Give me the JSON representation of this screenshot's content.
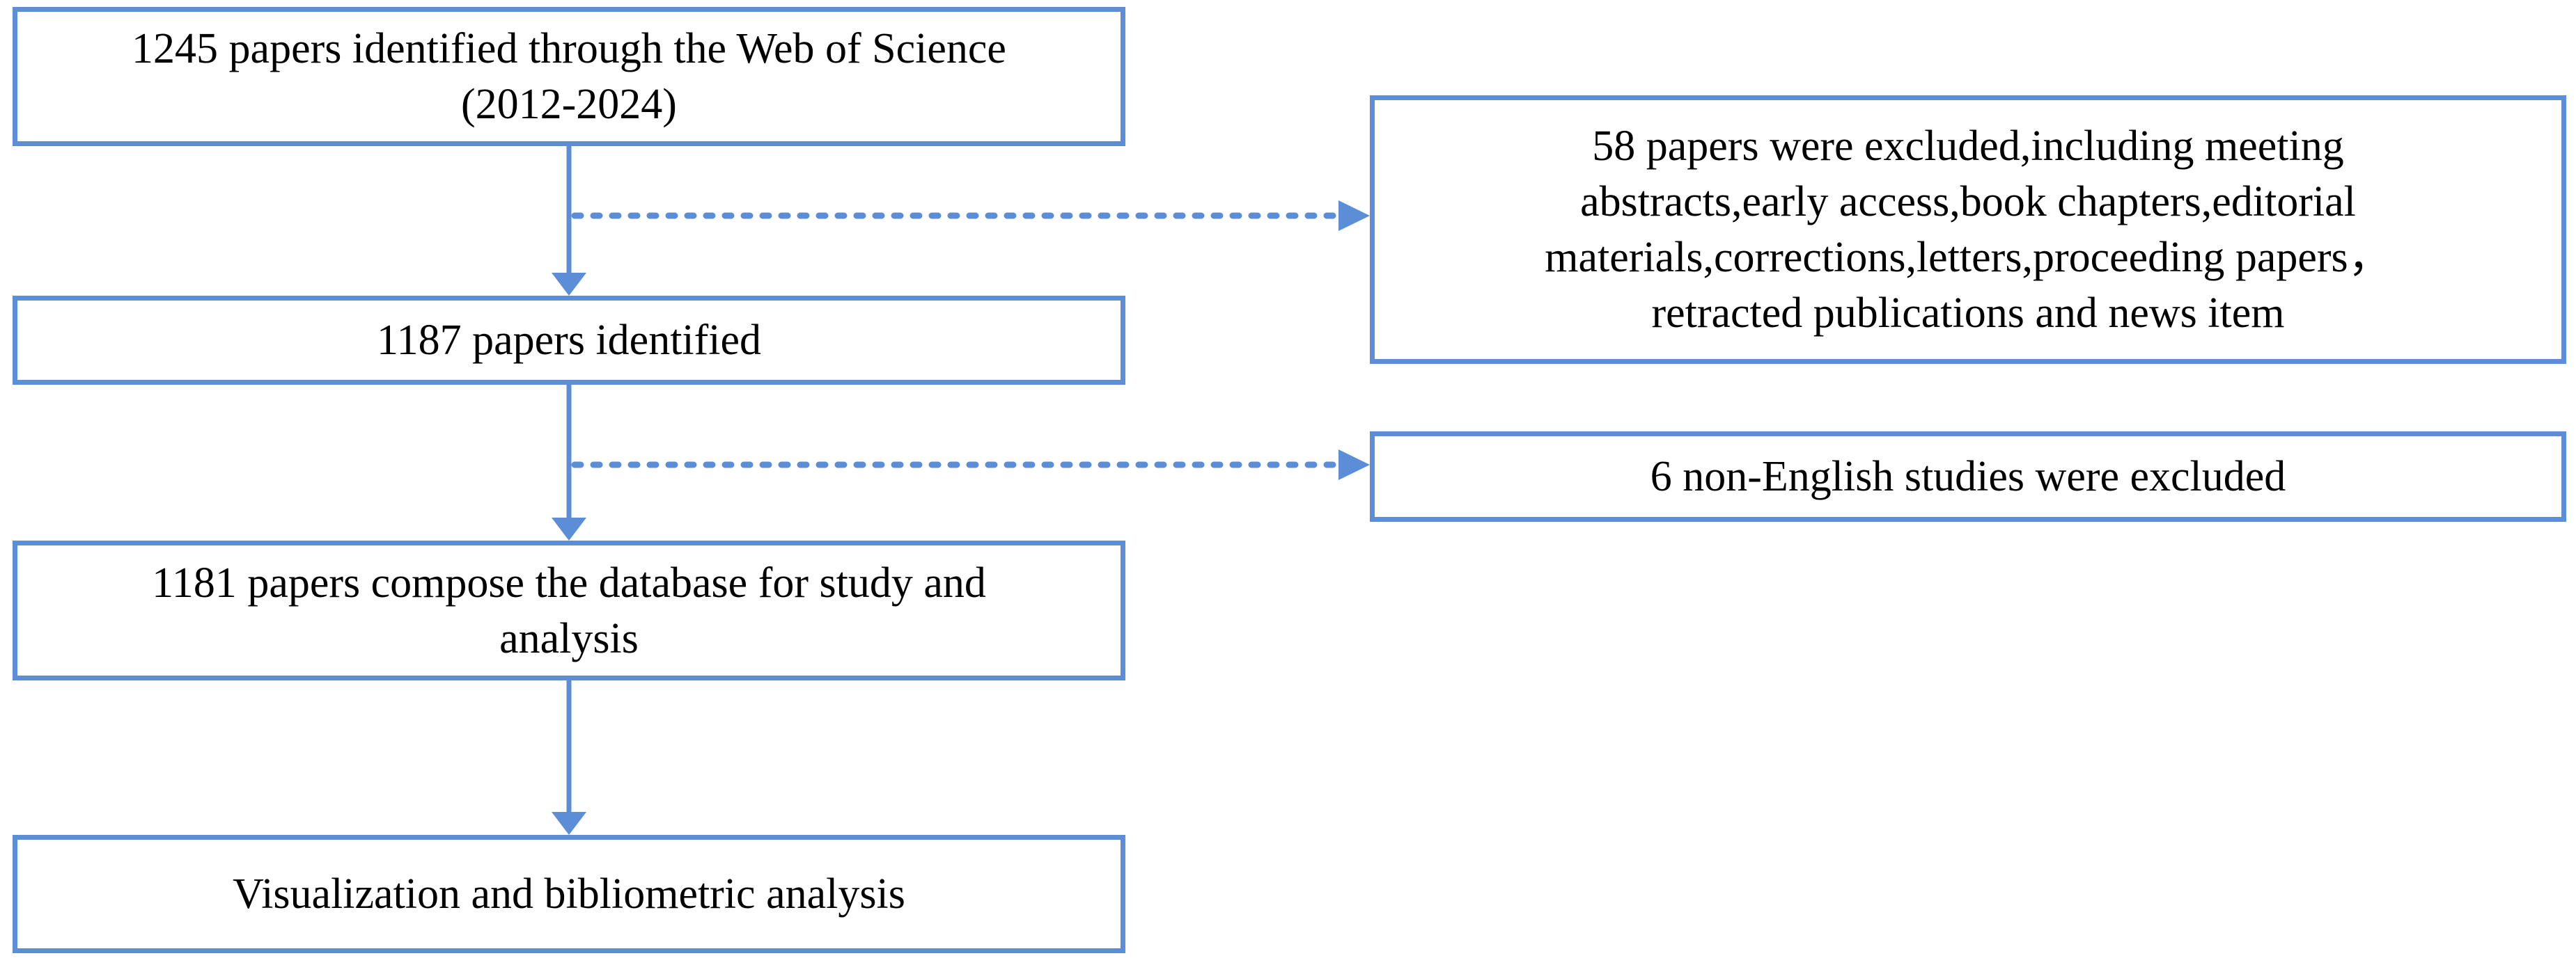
{
  "flow": {
    "step1": {
      "line1": "1245 papers identified through the Web of Science",
      "line2": "(2012-2024)"
    },
    "step2": {
      "line1": "1187 papers identified"
    },
    "step3": {
      "line1": "1181 papers compose the database for study and",
      "line2": "analysis"
    },
    "step4": {
      "line1": "Visualization and bibliometric analysis"
    }
  },
  "exclusions": {
    "first": {
      "line1": "58 papers were excluded,including meeting",
      "line2": "abstracts,early access,book chapters,editorial",
      "line3": "materials,corrections,letters,proceeding papers，",
      "line4": "retracted publications and news item"
    },
    "second": {
      "line1": "6 non-English studies were excluded"
    }
  },
  "colors": {
    "border": "#5b8ed6",
    "arrow": "#5b8ed6",
    "text": "#000000",
    "background": "#ffffff"
  }
}
